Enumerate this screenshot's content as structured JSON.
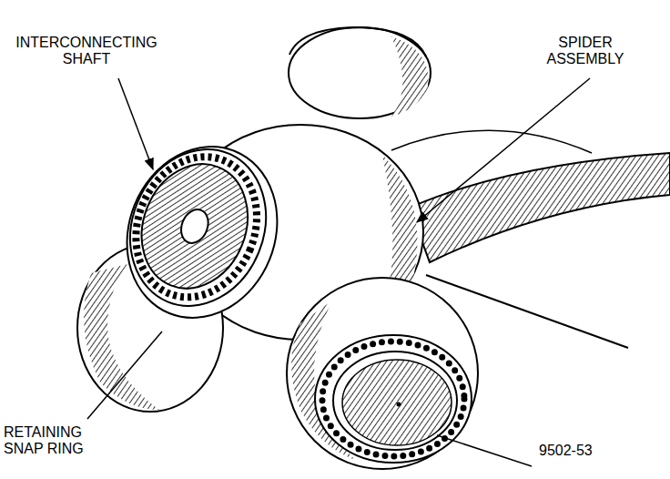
{
  "diagram": {
    "labels": [
      "INTERCONNECTING SHAFT",
      "SPIDER ASSEMBLY",
      "RETAINING SNAP RING",
      "9502-53"
    ]
  }
}
